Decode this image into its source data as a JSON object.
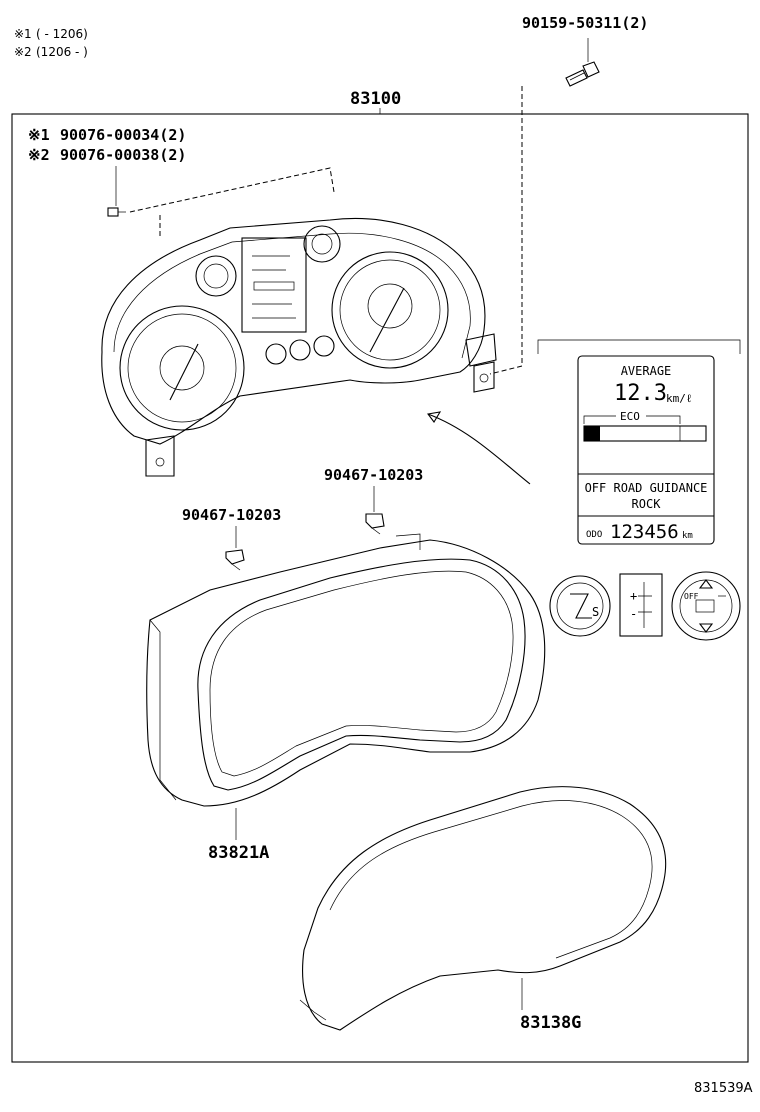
{
  "notes": {
    "note1_mark": "※1",
    "note1_text": "(     - 1206)",
    "note2_mark": "※2",
    "note2_text": "(1206 -     )"
  },
  "parts": {
    "screw_top": "90159-50311(2)",
    "assembly": "83100",
    "screw_1_mark": "※1",
    "screw_1": "90076-00034(2)",
    "screw_2_mark": "※2",
    "screw_2": "90076-00038(2)",
    "clip_right": "90467-10203",
    "clip_left": "90467-10203",
    "bezel": "83821A",
    "glass": "83138G"
  },
  "display": {
    "average_label": "AVERAGE",
    "average_value": "12.3",
    "average_unit": "km/ℓ",
    "eco_label": "ECO",
    "guidance_line1": "OFF ROAD GUIDANCE",
    "guidance_line2": "ROCK",
    "odo_label": "ODO",
    "odo_value": "123456",
    "odo_unit": "km"
  },
  "indicators": {
    "center_symbol_plus": "+",
    "center_symbol_minus": "-",
    "off_label": "OFF"
  },
  "figure_id": "831539A"
}
